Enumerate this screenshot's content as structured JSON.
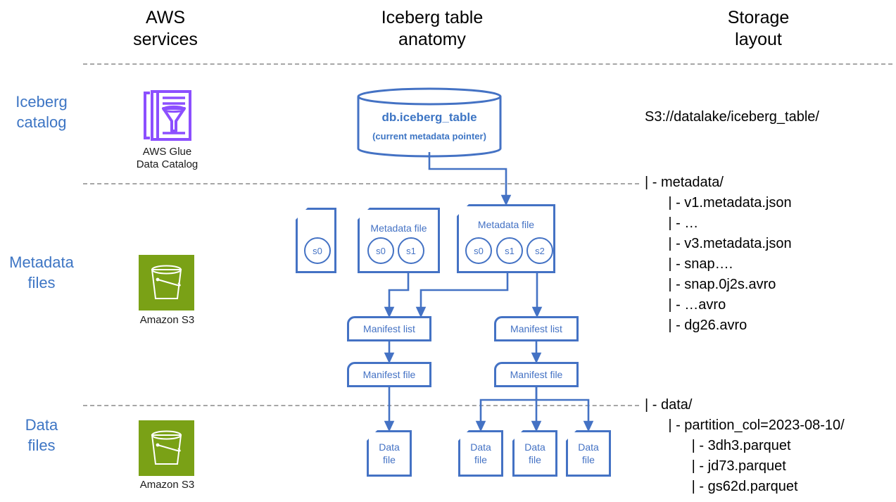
{
  "columns": [
    {
      "id": "aws-services",
      "title": "AWS\nservices"
    },
    {
      "id": "table-anatomy",
      "title": "Iceberg table\nanatomy"
    },
    {
      "id": "storage-layout",
      "title": "Storage\nlayout"
    }
  ],
  "column_titles": {
    "aws_services_l1": "AWS",
    "aws_services_l2": "services",
    "anatomy_l1": "Iceberg table",
    "anatomy_l2": "anatomy",
    "storage_l1": "Storage",
    "storage_l2": "layout"
  },
  "row_labels": {
    "catalog_l1": "Iceberg",
    "catalog_l2": "catalog",
    "metadata_l1": "Metadata",
    "metadata_l2": "files",
    "data_l1": "Data",
    "data_l2": "files"
  },
  "services": {
    "glue": {
      "icon": "aws-glue-data-catalog-icon",
      "caption_l1": "AWS Glue",
      "caption_l2": "Data Catalog",
      "color": "#8C4FFF"
    },
    "s3_metadata": {
      "icon": "amazon-s3-bucket-icon",
      "caption": "Amazon S3",
      "color": "#7AA116"
    },
    "s3_data": {
      "icon": "amazon-s3-bucket-icon",
      "caption": "Amazon S3",
      "color": "#7AA116"
    }
  },
  "catalog_table": {
    "name": "db.iceberg_table",
    "subtitle": "(current metadata pointer)"
  },
  "metadata_files": [
    {
      "id": "metadata-file-1",
      "label": "",
      "snapshots": [
        "s0"
      ]
    },
    {
      "id": "metadata-file-2",
      "label": "Metadata file",
      "snapshots": [
        "s0",
        "s1"
      ]
    },
    {
      "id": "metadata-file-3",
      "label": "Metadata file",
      "snapshots": [
        "s0",
        "s1",
        "s2"
      ]
    }
  ],
  "manifest_lists": [
    {
      "id": "manifest-list-1",
      "label": "Manifest list"
    },
    {
      "id": "manifest-list-2",
      "label": "Manifest list"
    }
  ],
  "manifest_files": [
    {
      "id": "manifest-file-1",
      "label": "Manifest file"
    },
    {
      "id": "manifest-file-2",
      "label": "Manifest file"
    }
  ],
  "data_files": [
    {
      "id": "data-file-1",
      "l1": "Data",
      "l2": "file"
    },
    {
      "id": "data-file-2",
      "l1": "Data",
      "l2": "file"
    },
    {
      "id": "data-file-3",
      "l1": "Data",
      "l2": "file"
    },
    {
      "id": "data-file-4",
      "l1": "Data",
      "l2": "file"
    }
  ],
  "storage_layout": {
    "root": "S3://datalake/iceberg_table/",
    "metadata_section": [
      "| - metadata/",
      "      | - v1.metadata.json",
      "      | - …",
      "      | - v3.metadata.json",
      "      | - snap….",
      "      | - snap.0j2s.avro",
      "      | - …avro",
      "      | - dg26.avro"
    ],
    "data_section": [
      "| - data/",
      "      | - partition_col=2023-08-10/",
      "            | - 3dh3.parquet",
      "            | - jd73.parquet",
      "            | - gs62d.parquet"
    ]
  },
  "colors": {
    "accent_blue": "#4472C4",
    "label_blue": "#3d75c4",
    "divider_gray": "#a6a6a6",
    "glue_purple": "#8C4FFF",
    "s3_green": "#7AA116"
  }
}
